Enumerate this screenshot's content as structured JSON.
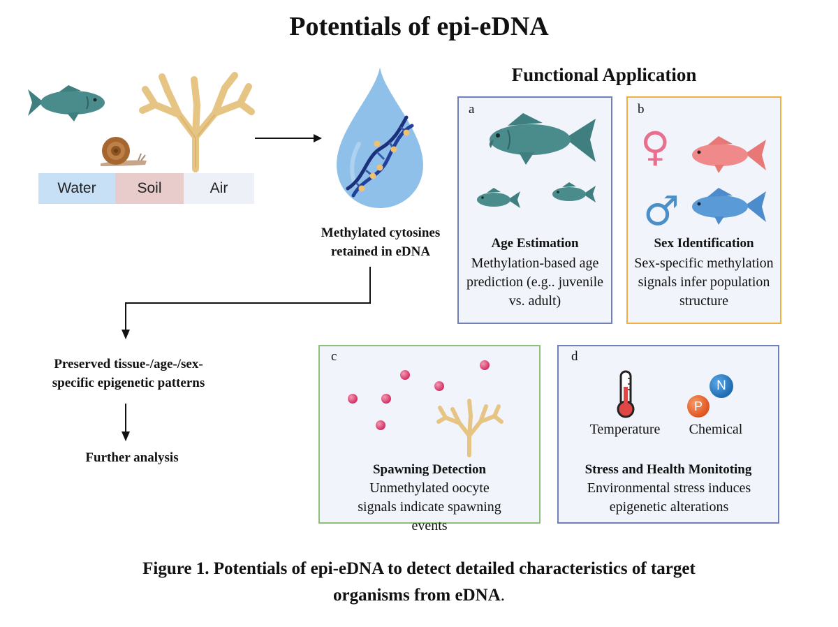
{
  "title": "Potentials of epi-eDNA",
  "functional_application_title": "Functional Application",
  "environment": {
    "water": "Water",
    "soil": "Soil",
    "air": "Air"
  },
  "droplet_label": "Methylated cytosines retained in eDNA",
  "preserved_label": "Preserved tissue-/age-/sex-specific epigenetic patterns",
  "further_label": "Further analysis",
  "panels": {
    "a": {
      "letter": "a",
      "title": "Age Estimation",
      "description": "Methylation-based age prediction (e.g.. juvenile vs. adult)"
    },
    "b": {
      "letter": "b",
      "title": "Sex Identification",
      "description": "Sex-specific methylation signals infer population structure"
    },
    "c": {
      "letter": "c",
      "title": "Spawning Detection",
      "description": "Unmethylated oocyte signals indicate spawning events"
    },
    "d": {
      "letter": "d",
      "title": "Stress and Health Monitoting",
      "description": "Environmental stress induces epigenetic alterations",
      "temperature": "Temperature",
      "chemical": "Chemical",
      "n_label": "N",
      "p_label": "P"
    }
  },
  "symbols": {
    "female": "♀",
    "male": "♂"
  },
  "caption": {
    "line1": "Figure 1. Potentials of epi-eDNA to detect detailed characteristics of target",
    "line2": "organisms from eDNA",
    "period": "."
  },
  "colors": {
    "panel_a_border": "#7080b8",
    "panel_b_border": "#f0b040",
    "panel_c_border": "#8cc07a",
    "panel_d_border": "#7080b8",
    "panel_bg": "#f1f4fa",
    "water": "#c8e0f5",
    "soil": "#e8cccc",
    "air": "#eef0f8",
    "fish_teal": "#4a8c8c",
    "fish_pink": "#f08a8a",
    "fish_blue": "#5a9ad6",
    "coral": "#e8c88a",
    "droplet": "#8ec0ea"
  }
}
